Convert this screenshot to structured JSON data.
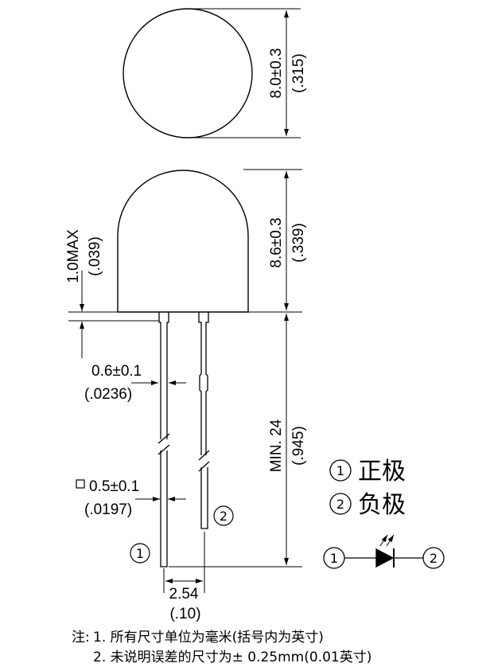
{
  "dimensions": {
    "top_dia": "8.0±0.3",
    "top_dia_in": "(.315)",
    "height": "8.6±0.3",
    "height_in": "(.339)",
    "flange": "1.0MAX",
    "flange_in": "(.039)",
    "lead_len": "MIN. 24",
    "lead_len_in": "(.945)",
    "lead_w": "0.6±0.1",
    "lead_w_in": "(.0236)",
    "lead_sq": "0.5±0.1",
    "lead_sq_in": "(.0197)",
    "pitch": "2.54",
    "pitch_in": "(.10)"
  },
  "pins": {
    "pin1": "1",
    "pin2": "2"
  },
  "legend": {
    "anode_num": "1",
    "anode_label": "正极",
    "cathode_num": "2",
    "cathode_label": "负极"
  },
  "schematic": {
    "left_num": "1",
    "right_num": "2"
  },
  "notes": {
    "prefix": "注:",
    "line1": "1. 所有尺寸单位为毫米(括号内为英寸)",
    "line2": "2. 未说明误差的尺寸为± 0.25mm(0.01英寸)"
  }
}
